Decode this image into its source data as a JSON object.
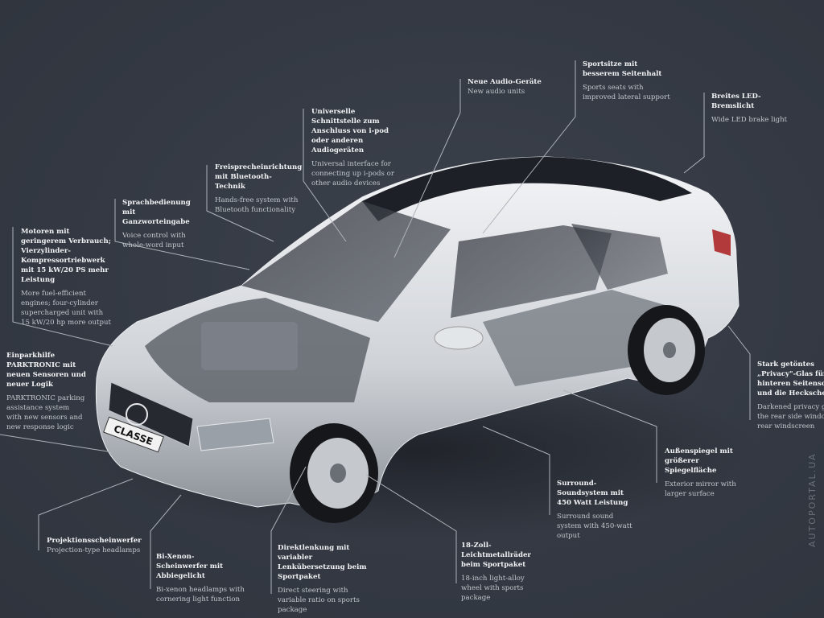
{
  "callouts": [
    {
      "id": "engine",
      "de": "Motoren mit geringerem Verbrauch; Vierzylinder-Kompressortriebwerk mit 15 kW/20 PS mehr Leistung",
      "en": "More fuel-efficient engines; four-cylinder supercharged unit  with 15 kW/20 hp more output"
    },
    {
      "id": "voice",
      "de": "Sprachbedienung mit Ganzworteingabe",
      "en": "Voice control with whole-word input"
    },
    {
      "id": "bluetooth",
      "de": "Freisprecheinrichtung mit Bluetooth-Technik",
      "en": "Hands-free system with Bluetooth functionality"
    },
    {
      "id": "interface",
      "de": "Universelle Schnittstelle zum Anschluss von i-pod oder anderen Audiogeräten",
      "en": "Universal interface for connecting up i-pods or other audio devices"
    },
    {
      "id": "audio",
      "de": "Neue Audio-Geräte",
      "en": "New audio units"
    },
    {
      "id": "seats",
      "de": "Sportsitze mit besserem Seitenhalt",
      "en": "Sports seats with improved lateral support"
    },
    {
      "id": "brakelight",
      "de": "Breites LED-Bremslicht",
      "en": "Wide LED brake light"
    },
    {
      "id": "privacy",
      "de": "Stark getöntes „Privacy\"-Glas für die hinteren Seitenscheiben und die Heckscheibe",
      "en": "Darkened privacy glass for the rear side windows and rear windscreen"
    },
    {
      "id": "mirror",
      "de": "Außenspiegel mit größerer Spiegelfläche",
      "en": "Exterior mirror with larger surface"
    },
    {
      "id": "surround",
      "de": "Surround-Soundsystem mit 450 Watt Leistung",
      "en": "Surround sound system with 450-watt output"
    },
    {
      "id": "wheels",
      "de": "18-Zoll-Leichtmetallräder beim Sportpaket",
      "en": "18-inch light-alloy wheel with sports package"
    },
    {
      "id": "steering",
      "de": "Direktlenkung mit variabler Lenkübersetzung beim Sportpaket",
      "en": "Direct steering with variable ratio on sports package"
    },
    {
      "id": "bixenon",
      "de": "Bi-Xenon-Scheinwerfer mit Abbiegelicht",
      "en": "Bi-xenon headlamps with cornering light function"
    },
    {
      "id": "projection",
      "de": "Projektionsscheinwerfer",
      "en": "Projection-type headlamps"
    },
    {
      "id": "parktronic",
      "de": "Einparkhilfe PARKTRONIC mit neuen Sensoren und neuer Logik",
      "en": "PARKTRONIC parking assistance system with new sensors and new response logic"
    }
  ],
  "plate": "CLASSE",
  "watermark": "AUTOPORTAL.UA"
}
